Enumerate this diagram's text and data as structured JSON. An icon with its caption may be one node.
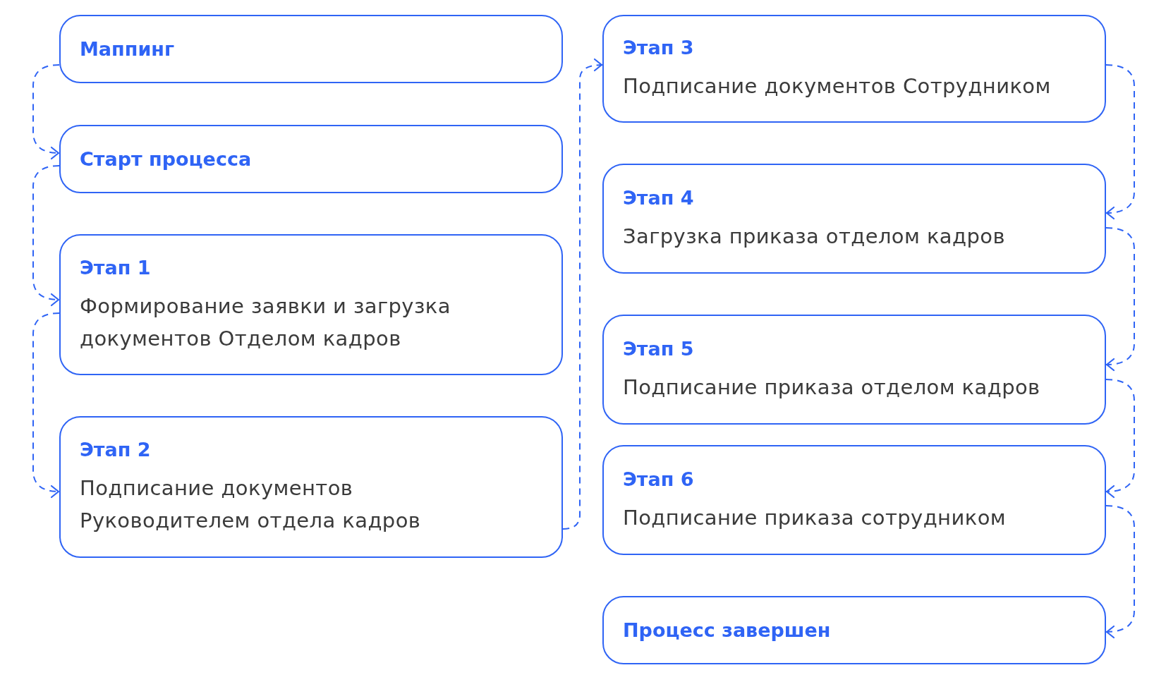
{
  "diagram": {
    "nodes": [
      {
        "text": [
          "Маппинг"
        ]
      },
      {
        "text": [
          "Старт процесса"
        ]
      },
      {
        "text": [
          "Этап 1",
          "Формирование заявки и загрузка документов Отделом кадров"
        ]
      },
      {
        "text": [
          "Этап 2",
          "Подписание документов Руководителем отдела кадров"
        ]
      },
      {
        "text": [
          "Этап 3",
          "Подписание документов Сотрудником"
        ]
      },
      {
        "text": [
          "Этап 4",
          "Загрузка приказа отделом кадров"
        ]
      },
      {
        "text": [
          "Этап 5",
          "Подписание приказа отделом кадров"
        ]
      },
      {
        "text": [
          "Этап 6",
          "Подписание приказа сотрудником"
        ]
      },
      {
        "text": [
          "Процесс завершен"
        ]
      }
    ],
    "edges": [
      {
        "from": 0,
        "to": 1,
        "arrow": "to",
        "style": "dashed"
      },
      {
        "from": 1,
        "to": 2,
        "arrow": "to",
        "style": "dashed"
      },
      {
        "from": 2,
        "to": 3,
        "arrow": "to",
        "style": "dashed"
      },
      {
        "from": 3,
        "to": 4,
        "arrow": "to",
        "style": "dashed"
      },
      {
        "from": 4,
        "to": 5,
        "arrow": "to",
        "style": "dashed"
      },
      {
        "from": 5,
        "to": 6,
        "arrow": "to",
        "style": "dashed"
      },
      {
        "from": 6,
        "to": 7,
        "arrow": "to",
        "style": "dashed"
      },
      {
        "from": 7,
        "to": 8,
        "arrow": "to",
        "style": "dashed"
      }
    ]
  }
}
